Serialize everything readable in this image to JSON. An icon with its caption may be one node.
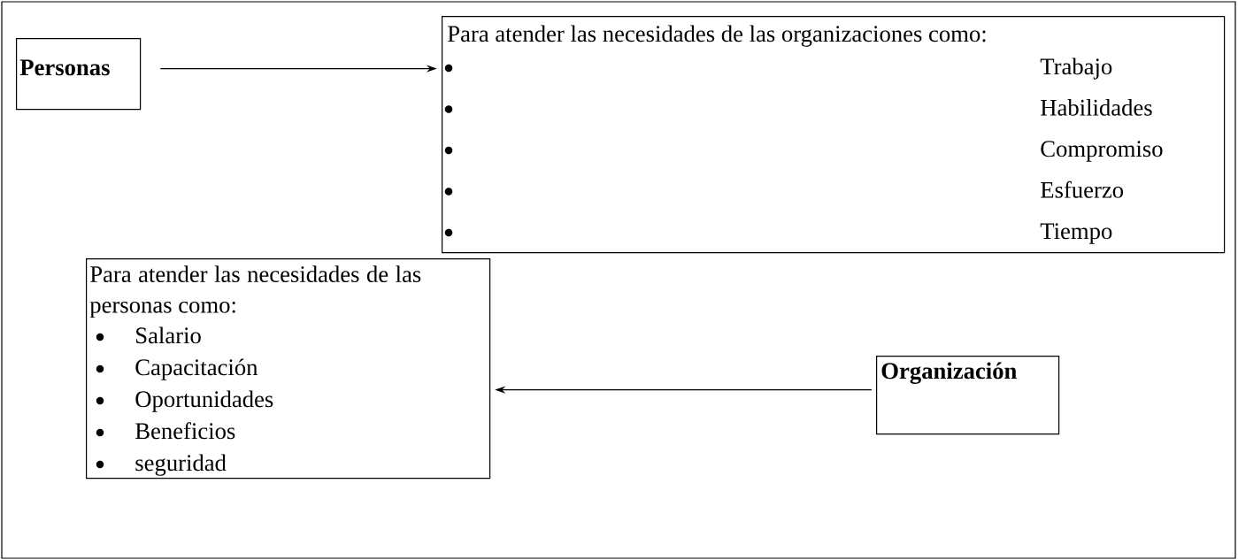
{
  "diagram": {
    "nodes": [
      {
        "text": [
          "Personas"
        ]
      },
      {
        "text": [
          "Para atender las necesidades de las organizaciones como:",
          "Trabajo",
          "Habilidades",
          "Compromiso",
          "Esfuerzo",
          "Tiempo"
        ]
      },
      {
        "text": [
          "Para atender las necesidades de las personas como:",
          "Salario",
          "Capacitación",
          "Oportunidades",
          "Beneficios",
          "seguridad"
        ]
      },
      {
        "text": [
          "Organización"
        ]
      }
    ],
    "edges": [
      {
        "from": 0,
        "to": 1,
        "arrow": "to"
      },
      {
        "from": 3,
        "to": 2,
        "arrow": "to"
      }
    ]
  }
}
